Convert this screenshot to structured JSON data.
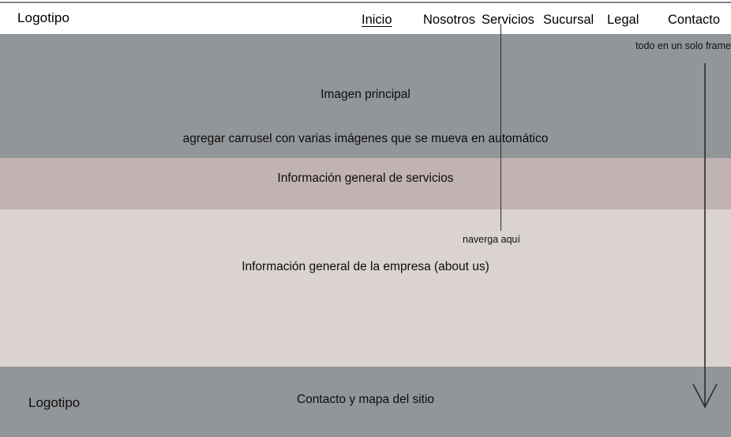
{
  "header": {
    "logo": "Logotipo",
    "nav": [
      {
        "label": "Inicio",
        "active": true
      },
      {
        "label": "Nosotros",
        "active": false
      },
      {
        "label": "Servicios",
        "active": false
      },
      {
        "label": "Sucursal",
        "active": false
      },
      {
        "label": "Legal",
        "active": false
      },
      {
        "label": "Contacto",
        "active": false
      }
    ]
  },
  "sections": {
    "hero": {
      "title": "Imagen principal",
      "note": "agregar carrusel con varias imágenes que se mueva en automático",
      "color": "#939699"
    },
    "services": {
      "title": "Información general de servicios",
      "color": "#c2b3b3"
    },
    "about": {
      "title": "Información general de la empresa (about us)",
      "color": "#dad3d1"
    },
    "footer": {
      "logo": "Logotipo",
      "title": "Contacto y mapa del sitio",
      "color": "#939699"
    }
  },
  "annotations": {
    "frame_note": "todo en un solo frame",
    "navigate_note": "naverga aquí"
  }
}
